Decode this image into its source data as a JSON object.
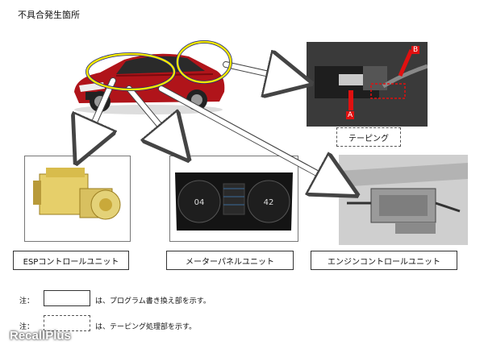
{
  "title": "不具合発生箇所",
  "components": {
    "esp": {
      "label": "ESPコントロールユニット"
    },
    "meter": {
      "label": "メーターパネルユニット",
      "left_value": "04",
      "right_value": "42"
    },
    "engine": {
      "label": "エンジンコントロールユニット"
    },
    "taping": {
      "label": "テーピング",
      "marker_a": "A",
      "marker_b": "B"
    }
  },
  "notes": [
    {
      "prefix": "注：",
      "text": "は、プログラム書き換え部を示す。",
      "style": "solid"
    },
    {
      "prefix": "注：",
      "text": "は、テーピング処理部を示す。",
      "style": "dashed"
    }
  ],
  "watermark": "RecallPlus",
  "colors": {
    "car": "#b0141a",
    "highlight": "#f2e600",
    "marker": "#e01010"
  }
}
